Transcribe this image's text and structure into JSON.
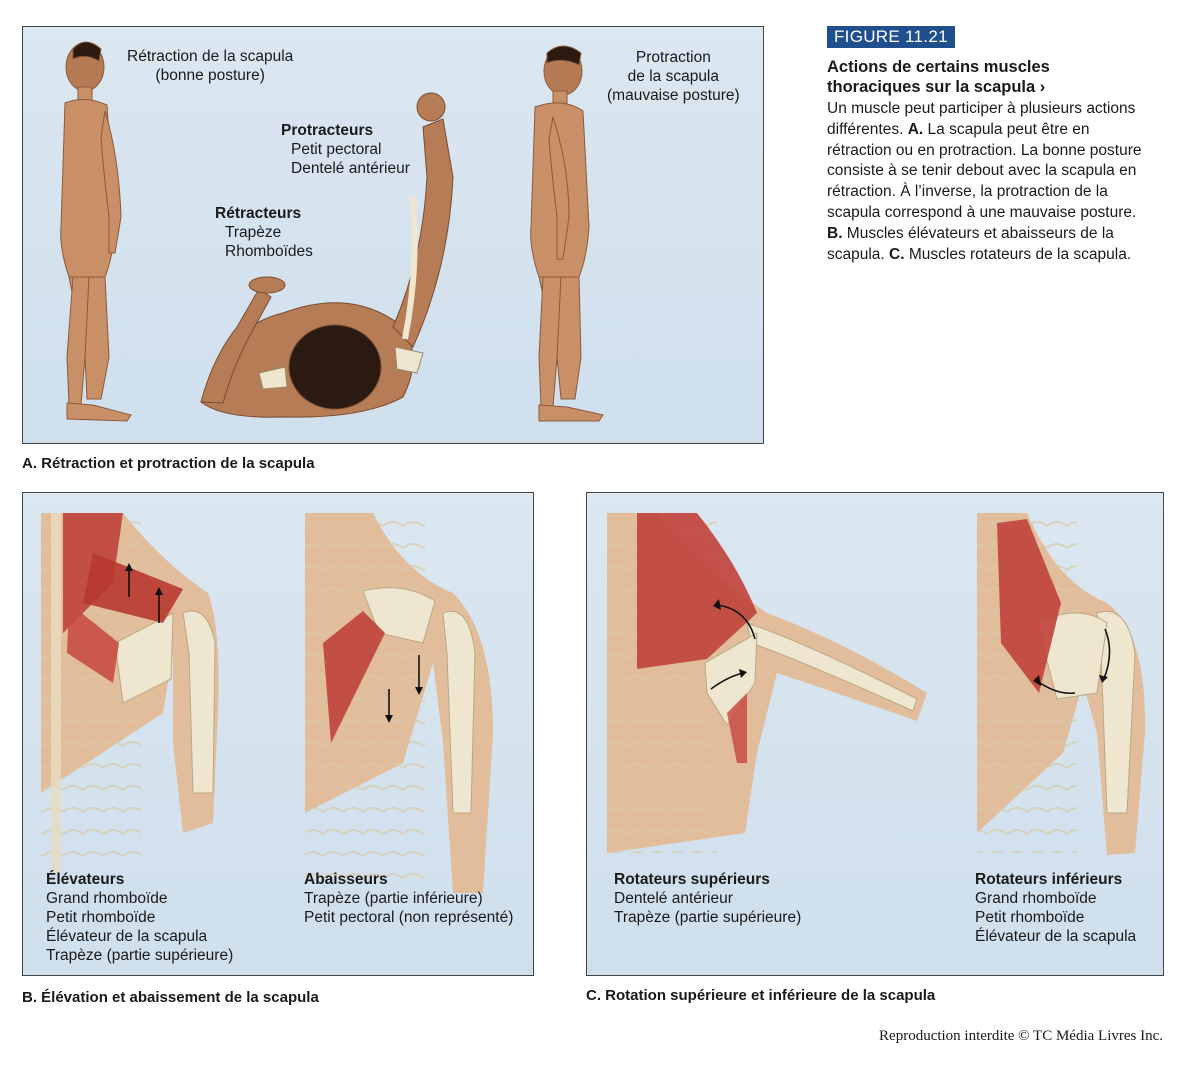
{
  "figure": {
    "tag": "FIGURE 11.21",
    "title": "Actions de certains muscles thoraciques sur la scapula",
    "title_arrow": "›",
    "body": [
      {
        "t": "Un muscle peut participer à plusieurs actions différentes. ",
        "b": false
      },
      {
        "t": "A.",
        "b": true
      },
      {
        "t": " La scapula peut être en rétraction ou en protraction. La bonne posture consiste à se tenir debout avec la scapula en rétraction. À l’inverse, la protraction de la scapula correspond à une mauvaise posture. ",
        "b": false
      },
      {
        "t": "B.",
        "b": true
      },
      {
        "t": " Muscles élévateurs et abaisseurs de la scapula. ",
        "b": false
      },
      {
        "t": "C.",
        "b": true
      },
      {
        "t": " Muscles rotateurs de la scapula.",
        "b": false
      }
    ]
  },
  "panel_a": {
    "caption": "A. Rétraction et protraction de la scapula",
    "retraction_label": [
      "Rétraction de la scapula",
      "(bonne posture)"
    ],
    "protraction_label": [
      "Protraction",
      "de la scapula",
      "(mauvaise posture)"
    ],
    "protracteurs": {
      "heading": "Protracteurs",
      "items": [
        "Petit pectoral",
        "Dentelé antérieur"
      ]
    },
    "retracteurs": {
      "heading": "Rétracteurs",
      "items": [
        "Trapèze",
        "Rhomboïdes"
      ]
    }
  },
  "panel_b": {
    "caption": "B. Élévation et abaissement de la scapula",
    "elevateurs": {
      "heading": "Élévateurs",
      "items": [
        "Grand rhomboïde",
        "Petit rhomboïde",
        "Élévateur de la scapula",
        "Trapèze (partie supérieure)"
      ]
    },
    "abaisseurs": {
      "heading": "Abaisseurs",
      "items": [
        "Trapèze (partie inférieure)",
        "Petit pectoral (non représenté)"
      ]
    }
  },
  "panel_c": {
    "caption": "C. Rotation supérieure et inférieure de la scapula",
    "superieurs": {
      "heading": "Rotateurs supérieurs",
      "items": [
        "Dentelé antérieur",
        "Trapèze (partie supérieure)"
      ]
    },
    "inferieurs": {
      "heading": "Rotateurs inférieurs",
      "items": [
        "Grand rhomboïde",
        "Petit rhomboïde",
        "Élévateur de la scapula"
      ]
    }
  },
  "copyright": "Reproduction interdite © TC Média Livres Inc.",
  "colors": {
    "skin": "#d9a27a",
    "muscle": "#c0413a",
    "bone": "#efe6cf",
    "panel": "#d4e2ee",
    "tag": "#1f4f8c"
  }
}
